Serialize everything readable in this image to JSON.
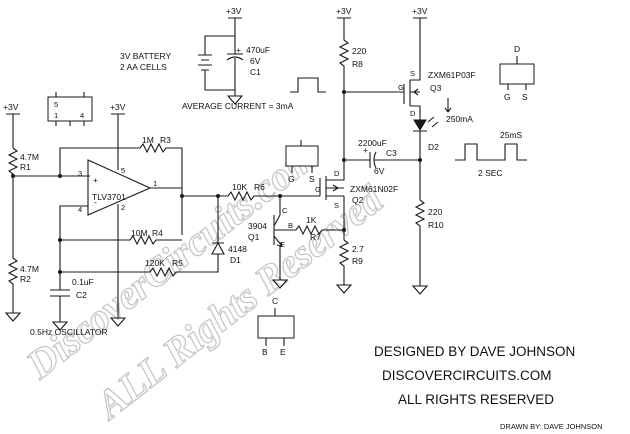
{
  "watermark": {
    "line1": "DiscoverCircuits.com",
    "line2": "ALL Rights Reserved"
  },
  "supplies": {
    "rail1": "+3V",
    "rail2": "+3V",
    "rail3": "+3V",
    "rail4": "+3V",
    "rail5": "+3V"
  },
  "battery": {
    "line1": "3V BATTERY",
    "line2": "2 AA CELLS",
    "cap_value": "470uF",
    "cap_voltage": "6V",
    "cap_ref": "C1"
  },
  "average_current": "AVERAGE CURRENT = 3mA",
  "opamp": {
    "part": "TLV3701",
    "pin3": "3",
    "pin4": "4",
    "pin5": "5",
    "pin1": "1",
    "pin2": "2",
    "plus": "+",
    "minus": "-"
  },
  "package5": {
    "pin5": "5",
    "pin1": "1",
    "pin4": "4"
  },
  "resistors": {
    "r1_value": "4.7M",
    "r1_ref": "R1",
    "r2_value": "4.7M",
    "r2_ref": "R2",
    "r3_value": "1M",
    "r3_ref": "R3",
    "r4_value": "10M",
    "r4_ref": "R4",
    "r5_value": "120K",
    "r5_ref": "R5",
    "r6_value": "10K",
    "r6_ref": "R6",
    "r7_value": "1K",
    "r7_ref": "R7",
    "r8_value": "220",
    "r8_ref": "R8",
    "r9_value": "2.7",
    "r9_ref": "R9",
    "r10_value": "220",
    "r10_ref": "R10"
  },
  "c2": {
    "value": "0.1uF",
    "ref": "C2"
  },
  "c3": {
    "value": "2200uF",
    "voltage": "6V",
    "ref": "C3"
  },
  "d1": {
    "part": "4148",
    "ref": "D1"
  },
  "d2": {
    "ref": "D2"
  },
  "q1": {
    "part": "3904",
    "ref": "Q1",
    "c": "C",
    "b": "B",
    "e": "E"
  },
  "q2": {
    "part": "ZXM61N02F",
    "ref": "Q2",
    "g": "G",
    "d": "D",
    "s": "S"
  },
  "q3": {
    "part": "ZXM61P03F",
    "ref": "Q3",
    "g": "G",
    "s": "S",
    "d": "D"
  },
  "sot23_top": {
    "d": "D",
    "g": "G",
    "s": "S"
  },
  "sot23_mid": {
    "g": "G",
    "s": "S"
  },
  "sot23_bottom": {
    "c": "C",
    "b": "B",
    "e": "E"
  },
  "led_current": "250mA",
  "pulse": {
    "width": "25mS",
    "period": "2 SEC"
  },
  "oscillator": "0.5Hz OSCILLATOR",
  "credits": {
    "designed": "DESIGNED BY DAVE JOHNSON",
    "site": "DISCOVERCIRCUITS.COM",
    "rights": "ALL RIGHTS RESERVED",
    "drawn": "DRAWN BY: DAVE JOHNSON"
  }
}
